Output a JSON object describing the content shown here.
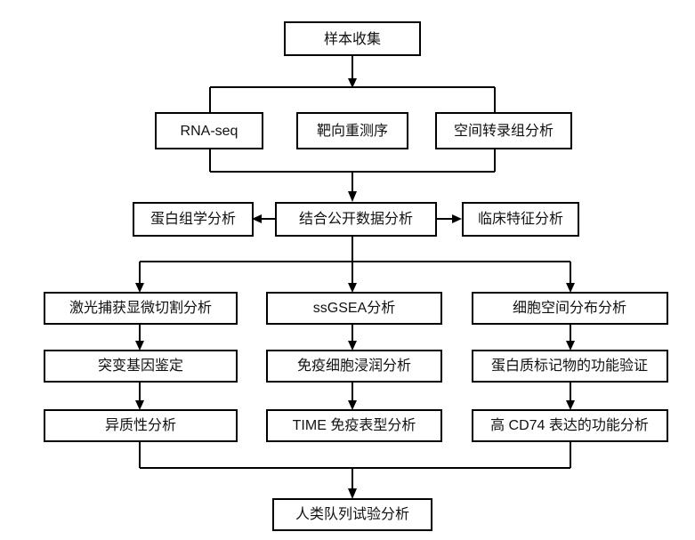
{
  "diagram": {
    "title": "",
    "type": "flowchart",
    "orientation": "top-to-bottom",
    "background_color": "#ffffff",
    "box_fill_color": "#ffffff",
    "box_stroke_color": "#000000",
    "text_color": "#111111",
    "connector_color": "#000000"
  },
  "nodes": {
    "sample_collection": {
      "label": "样本收集"
    },
    "rna_seq": {
      "label": "RNA-seq"
    },
    "targeted_resequencing": {
      "label": "靶向重测序"
    },
    "spatial_transcriptomics": {
      "label": "空间转录组分析"
    },
    "proteomics": {
      "label": "蛋白组学分析"
    },
    "public_data_integration": {
      "label": "结合公开数据分析"
    },
    "clinical_features": {
      "label": "临床特征分析"
    },
    "lcm_analysis": {
      "label": "激光捕获显微切割分析"
    },
    "ssgsea": {
      "label": "ssGSEA分析"
    },
    "cell_spatial_distribution": {
      "label": "细胞空间分布分析"
    },
    "mutation_gene_id": {
      "label": "突变基因鉴定"
    },
    "immune_infiltration": {
      "label": "免疫细胞浸润分析"
    },
    "protein_marker_validation": {
      "label": "蛋白质标记物的功能验证"
    },
    "heterogeneity": {
      "label": "异质性分析"
    },
    "time_immunophenotype": {
      "label": "TIME 免疫表型分析"
    },
    "cd74_function": {
      "label": "高 CD74 表达的功能分析"
    },
    "human_cohort_trial": {
      "label": "人类队列试验分析"
    }
  },
  "edges": [
    {
      "from": "sample_collection",
      "to": "sequencing-bus",
      "style": "arrow-down"
    },
    {
      "from": "sequencing-bus",
      "to": "rna_seq",
      "style": "elbow"
    },
    {
      "from": "sequencing-bus",
      "to": "spatial_transcriptomics",
      "style": "elbow"
    },
    {
      "from": "rna_seq",
      "to": "merge-bus",
      "style": "elbow"
    },
    {
      "from": "spatial_transcriptomics",
      "to": "merge-bus",
      "style": "elbow"
    },
    {
      "from": "merge-bus",
      "to": "public_data_integration",
      "style": "arrow-down"
    },
    {
      "from": "public_data_integration",
      "to": "proteomics",
      "style": "arrow-left"
    },
    {
      "from": "public_data_integration",
      "to": "clinical_features",
      "style": "arrow-right"
    },
    {
      "from": "public_data_integration",
      "to": "fanout-bus",
      "style": "line-down"
    },
    {
      "from": "fanout-bus",
      "to": "lcm_analysis",
      "style": "arrow-down"
    },
    {
      "from": "fanout-bus",
      "to": "ssgsea",
      "style": "arrow-down"
    },
    {
      "from": "fanout-bus",
      "to": "cell_spatial_distribution",
      "style": "arrow-down"
    },
    {
      "from": "lcm_analysis",
      "to": "mutation_gene_id",
      "style": "arrow-down"
    },
    {
      "from": "ssgsea",
      "to": "immune_infiltration",
      "style": "arrow-down"
    },
    {
      "from": "cell_spatial_distribution",
      "to": "protein_marker_validation",
      "style": "arrow-down"
    },
    {
      "from": "mutation_gene_id",
      "to": "heterogeneity",
      "style": "arrow-down"
    },
    {
      "from": "immune_infiltration",
      "to": "time_immunophenotype",
      "style": "arrow-down"
    },
    {
      "from": "protein_marker_validation",
      "to": "cd74_function",
      "style": "arrow-down"
    },
    {
      "from": "heterogeneity",
      "to": "final-bus",
      "style": "elbow"
    },
    {
      "from": "cd74_function",
      "to": "final-bus",
      "style": "elbow"
    },
    {
      "from": "final-bus",
      "to": "human_cohort_trial",
      "style": "arrow-down"
    }
  ]
}
